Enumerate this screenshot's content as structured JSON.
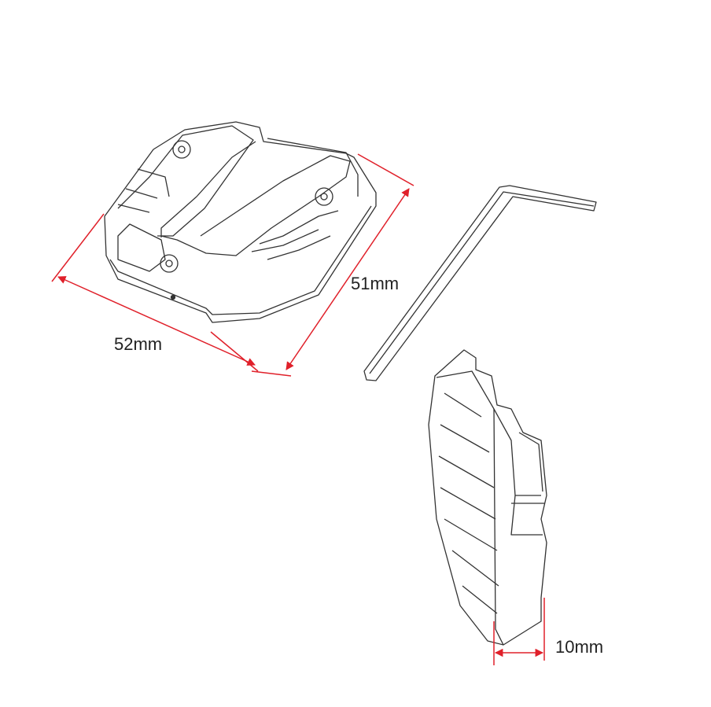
{
  "dimensions": {
    "width": "52mm",
    "depth": "51mm",
    "thickness": "10mm"
  },
  "colors": {
    "dimension_line": "#e0202a",
    "outline": "#333333",
    "background": "#ffffff"
  }
}
